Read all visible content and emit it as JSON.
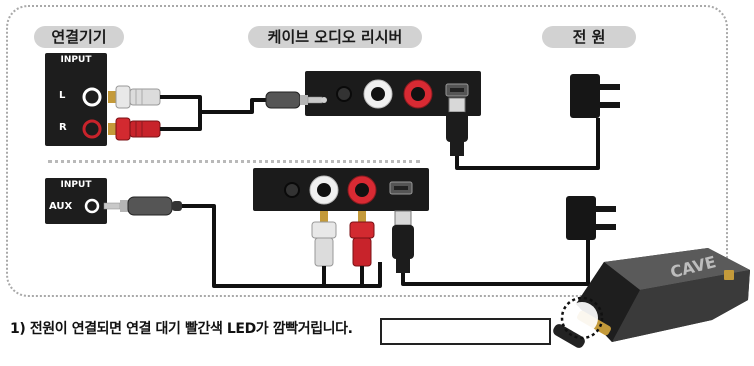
{
  "labels": {
    "source_device": "연결기기",
    "receiver": "케이브 오디오 리시버",
    "power": "전 원"
  },
  "panel_top": {
    "title": "INPUT",
    "left_label": "L",
    "right_label": "R"
  },
  "panel_bottom": {
    "title": "INPUT",
    "aux_label": "AUX"
  },
  "device_brand": "CAVE",
  "caption": "1) 전원이 연결되면 연결 대기 빨간색 LED가 깜빡거립니다.",
  "colors": {
    "led_red": "#e8262c",
    "rca_red": "#c8232b",
    "rca_white": "#e6e6e6",
    "gold": "#c49a3a",
    "panel": "#1d1d1d"
  }
}
